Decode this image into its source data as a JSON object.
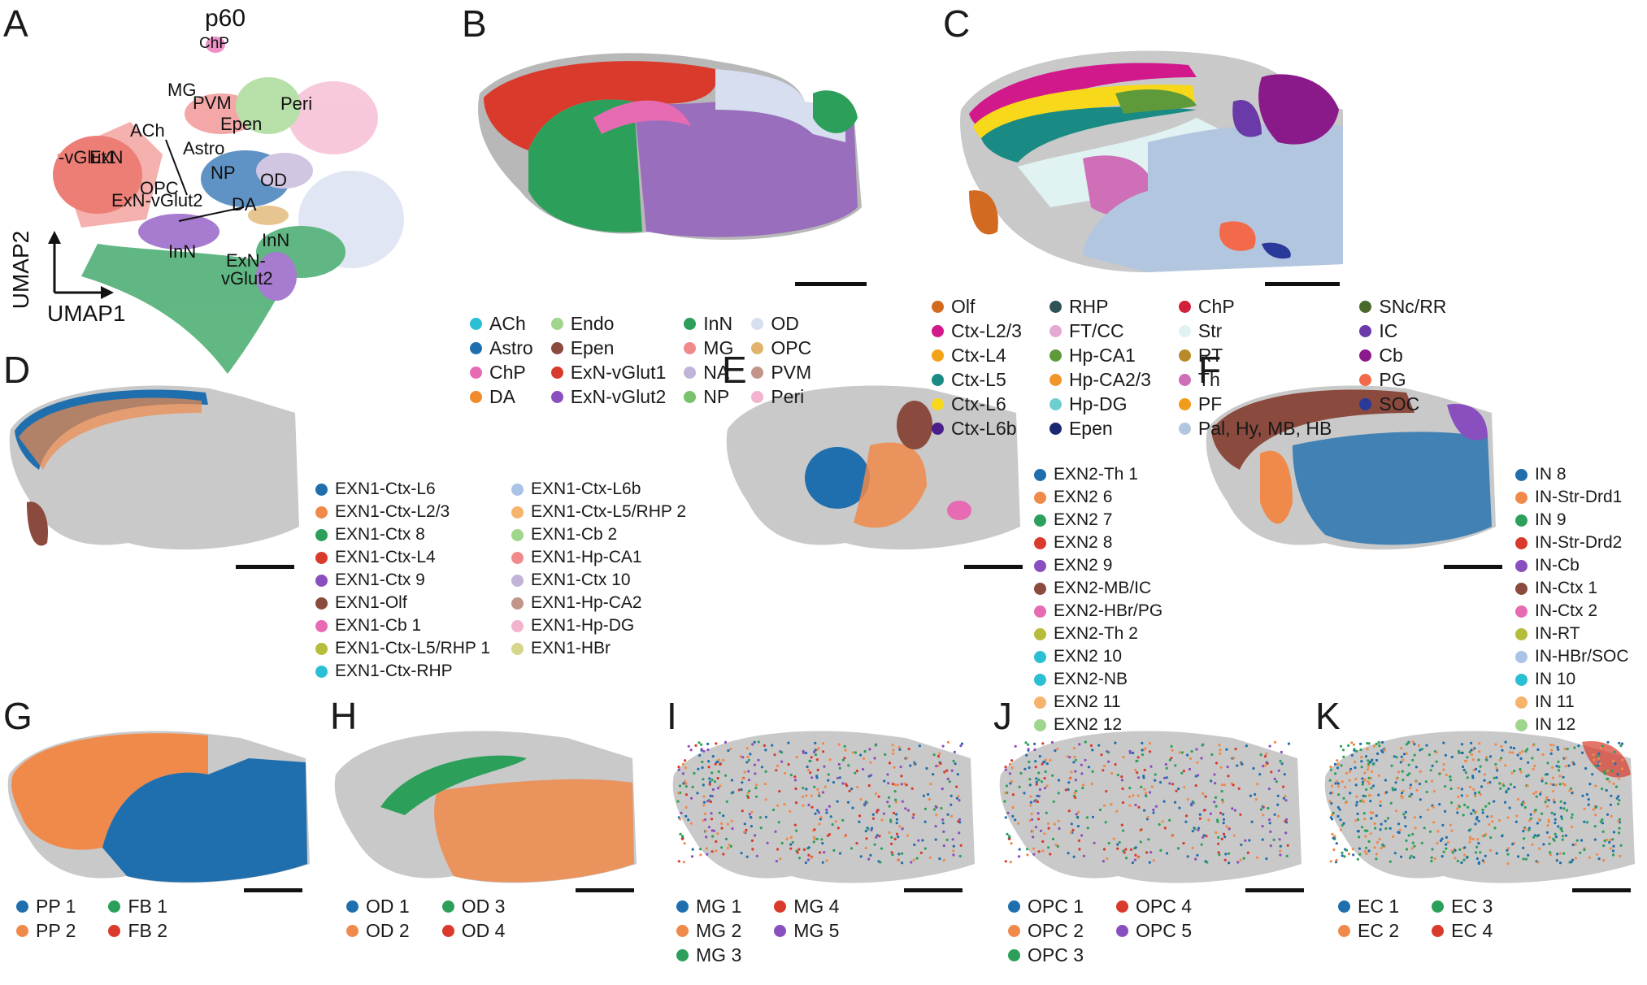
{
  "panels": {
    "A": {
      "label": "A",
      "title": "p60",
      "xaxis": "UMAP1",
      "yaxis": "UMAP2",
      "cluster_labels": [
        "ChP",
        "MG",
        "PVM",
        "Peri",
        "Epen",
        "ACh",
        "Astro",
        "ExN",
        "-vGlut1",
        "NP",
        "OD",
        "OPC",
        "ExN-vGlut2",
        "DA",
        "InN",
        "InN",
        "ExN-",
        "vGlut2"
      ]
    },
    "B": {
      "label": "B",
      "legend": [
        {
          "name": "ACh",
          "color": "#2bbfd3"
        },
        {
          "name": "Astro",
          "color": "#1f6fae"
        },
        {
          "name": "ChP",
          "color": "#e76bb3"
        },
        {
          "name": "DA",
          "color": "#f08a2b"
        },
        {
          "name": "Endo",
          "color": "#9fd68c"
        },
        {
          "name": "Epen",
          "color": "#8a4a3d"
        },
        {
          "name": "ExN-vGlut1",
          "color": "#d93a2b"
        },
        {
          "name": "ExN-vGlut2",
          "color": "#8a4fbf"
        },
        {
          "name": "InN",
          "color": "#2ca05a"
        },
        {
          "name": "MG",
          "color": "#f08a8a"
        },
        {
          "name": "NA",
          "color": "#c2b3d9"
        },
        {
          "name": "NP",
          "color": "#77c26b"
        },
        {
          "name": "OD",
          "color": "#d6def0"
        },
        {
          "name": "OPC",
          "color": "#e0b26b"
        },
        {
          "name": "PVM",
          "color": "#c2958a"
        },
        {
          "name": "Peri",
          "color": "#f2b3cf"
        }
      ]
    },
    "C": {
      "label": "C",
      "legend": [
        {
          "name": "Olf",
          "color": "#d26b21"
        },
        {
          "name": "Ctx-L2/3",
          "color": "#d1198c"
        },
        {
          "name": "Ctx-L4",
          "color": "#f5a21b"
        },
        {
          "name": "Ctx-L5",
          "color": "#1a8a84"
        },
        {
          "name": "Ctx-L6",
          "color": "#f7d81a"
        },
        {
          "name": "Ctx-L6b",
          "color": "#4b1f8a"
        },
        {
          "name": "RHP",
          "color": "#2f5257"
        },
        {
          "name": "FT/CC",
          "color": "#e3a9d3"
        },
        {
          "name": "Hp-CA1",
          "color": "#5f9a3a"
        },
        {
          "name": "Hp-CA2/3",
          "color": "#f0962a"
        },
        {
          "name": "Hp-DG",
          "color": "#6ecfcf"
        },
        {
          "name": "Epen",
          "color": "#1a2870"
        },
        {
          "name": "ChP",
          "color": "#d21f3a"
        },
        {
          "name": "Str",
          "color": "#e1f2f2"
        },
        {
          "name": "RT",
          "color": "#b78a2a"
        },
        {
          "name": "Th",
          "color": "#cf6fb8"
        },
        {
          "name": "PF",
          "color": "#f29b1a"
        },
        {
          "name": "Pal, Hy, MB, HB",
          "color": "#b3c6e0"
        },
        {
          "name": "SNc/RR",
          "color": "#4a6a2a"
        },
        {
          "name": "IC",
          "color": "#6a3aa8"
        },
        {
          "name": "Cb",
          "color": "#8a1a8a"
        },
        {
          "name": "PG",
          "color": "#f26a4a"
        },
        {
          "name": "SOC",
          "color": "#2a3a9a"
        }
      ]
    },
    "D": {
      "label": "D",
      "legend": [
        {
          "name": "EXN1-Ctx-L6",
          "color": "#1f6fae"
        },
        {
          "name": "EXN1-Ctx-L2/3",
          "color": "#f08a4a"
        },
        {
          "name": "EXN1-Ctx 8",
          "color": "#2ca05a"
        },
        {
          "name": "EXN1-Ctx-L4",
          "color": "#d93a2b"
        },
        {
          "name": "EXN1-Ctx 9",
          "color": "#8a4fbf"
        },
        {
          "name": "EXN1-Olf",
          "color": "#8a4a3d"
        },
        {
          "name": "EXN1-Cb 1",
          "color": "#e76bb3"
        },
        {
          "name": "EXN1-Ctx-L5/RHP 1",
          "color": "#b5bd3a"
        },
        {
          "name": "EXN1-Ctx-RHP",
          "color": "#2bbfd3"
        },
        {
          "name": "EXN1-Ctx-L6b",
          "color": "#a9c4e6"
        },
        {
          "name": "EXN1-Ctx-L5/RHP 2",
          "color": "#f5b36b"
        },
        {
          "name": "EXN1-Cb 2",
          "color": "#9fd68c"
        },
        {
          "name": "EXN1-Hp-CA1",
          "color": "#f08a8a"
        },
        {
          "name": "EXN1-Ctx 10",
          "color": "#c2b3d9"
        },
        {
          "name": "EXN1-Hp-CA2",
          "color": "#c2958a"
        },
        {
          "name": "EXN1-Hp-DG",
          "color": "#f2b3cf"
        },
        {
          "name": "EXN1-HBr",
          "color": "#d6d68a"
        }
      ]
    },
    "E": {
      "label": "E",
      "legend": [
        {
          "name": "EXN2-Th 1",
          "color": "#1f6fae"
        },
        {
          "name": "EXN2 6",
          "color": "#f08a4a"
        },
        {
          "name": "EXN2 7",
          "color": "#2ca05a"
        },
        {
          "name": "EXN2 8",
          "color": "#d93a2b"
        },
        {
          "name": "EXN2 9",
          "color": "#8a4fbf"
        },
        {
          "name": "EXN2-MB/IC",
          "color": "#8a4a3d"
        },
        {
          "name": "EXN2-HBr/PG",
          "color": "#e76bb3"
        },
        {
          "name": "EXN2-Th 2",
          "color": "#b5bd3a"
        },
        {
          "name": "EXN2 10",
          "color": "#2bbfd3"
        },
        {
          "name": "EXN2-NB",
          "color": "#2bbfd3"
        },
        {
          "name": "EXN2 11",
          "color": "#f5b36b"
        },
        {
          "name": "EXN2 12",
          "color": "#9fd68c"
        }
      ]
    },
    "F": {
      "label": "F",
      "legend": [
        {
          "name": "IN 8",
          "color": "#1f6fae"
        },
        {
          "name": "IN-Str-Drd1",
          "color": "#f08a4a"
        },
        {
          "name": "IN 9",
          "color": "#2ca05a"
        },
        {
          "name": "IN-Str-Drd2",
          "color": "#d93a2b"
        },
        {
          "name": "IN-Cb",
          "color": "#8a4fbf"
        },
        {
          "name": "IN-Ctx 1",
          "color": "#8a4a3d"
        },
        {
          "name": "IN-Ctx 2",
          "color": "#e76bb3"
        },
        {
          "name": "IN-RT",
          "color": "#b5bd3a"
        },
        {
          "name": "IN-HBr/SOC",
          "color": "#a9c4e6"
        },
        {
          "name": "IN 10",
          "color": "#2bbfd3"
        },
        {
          "name": "IN 11",
          "color": "#f5b36b"
        },
        {
          "name": "IN 12",
          "color": "#9fd68c"
        }
      ]
    },
    "G": {
      "label": "G",
      "legend": [
        {
          "name": "PP 1",
          "color": "#1f6fae"
        },
        {
          "name": "PP 2",
          "color": "#f08a4a"
        },
        {
          "name": "FB 1",
          "color": "#2ca05a"
        },
        {
          "name": "FB 2",
          "color": "#d93a2b"
        }
      ]
    },
    "H": {
      "label": "H",
      "legend": [
        {
          "name": "OD 1",
          "color": "#1f6fae"
        },
        {
          "name": "OD 2",
          "color": "#f08a4a"
        },
        {
          "name": "OD 3",
          "color": "#2ca05a"
        },
        {
          "name": "OD 4",
          "color": "#d93a2b"
        }
      ]
    },
    "I": {
      "label": "I",
      "legend": [
        {
          "name": "MG 1",
          "color": "#1f6fae"
        },
        {
          "name": "MG 2",
          "color": "#f08a4a"
        },
        {
          "name": "MG 3",
          "color": "#2ca05a"
        },
        {
          "name": "MG 4",
          "color": "#d93a2b"
        },
        {
          "name": "MG 5",
          "color": "#8a4fbf"
        }
      ]
    },
    "J": {
      "label": "J",
      "legend": [
        {
          "name": "OPC 1",
          "color": "#1f6fae"
        },
        {
          "name": "OPC 2",
          "color": "#f08a4a"
        },
        {
          "name": "OPC 3",
          "color": "#2ca05a"
        },
        {
          "name": "OPC 4",
          "color": "#d93a2b"
        },
        {
          "name": "OPC 5",
          "color": "#8a4fbf"
        }
      ]
    },
    "K": {
      "label": "K",
      "legend": [
        {
          "name": "EC 1",
          "color": "#1f6fae"
        },
        {
          "name": "EC 2",
          "color": "#f08a4a"
        },
        {
          "name": "EC 3",
          "color": "#2ca05a"
        },
        {
          "name": "EC 4",
          "color": "#d93a2b"
        }
      ]
    }
  }
}
